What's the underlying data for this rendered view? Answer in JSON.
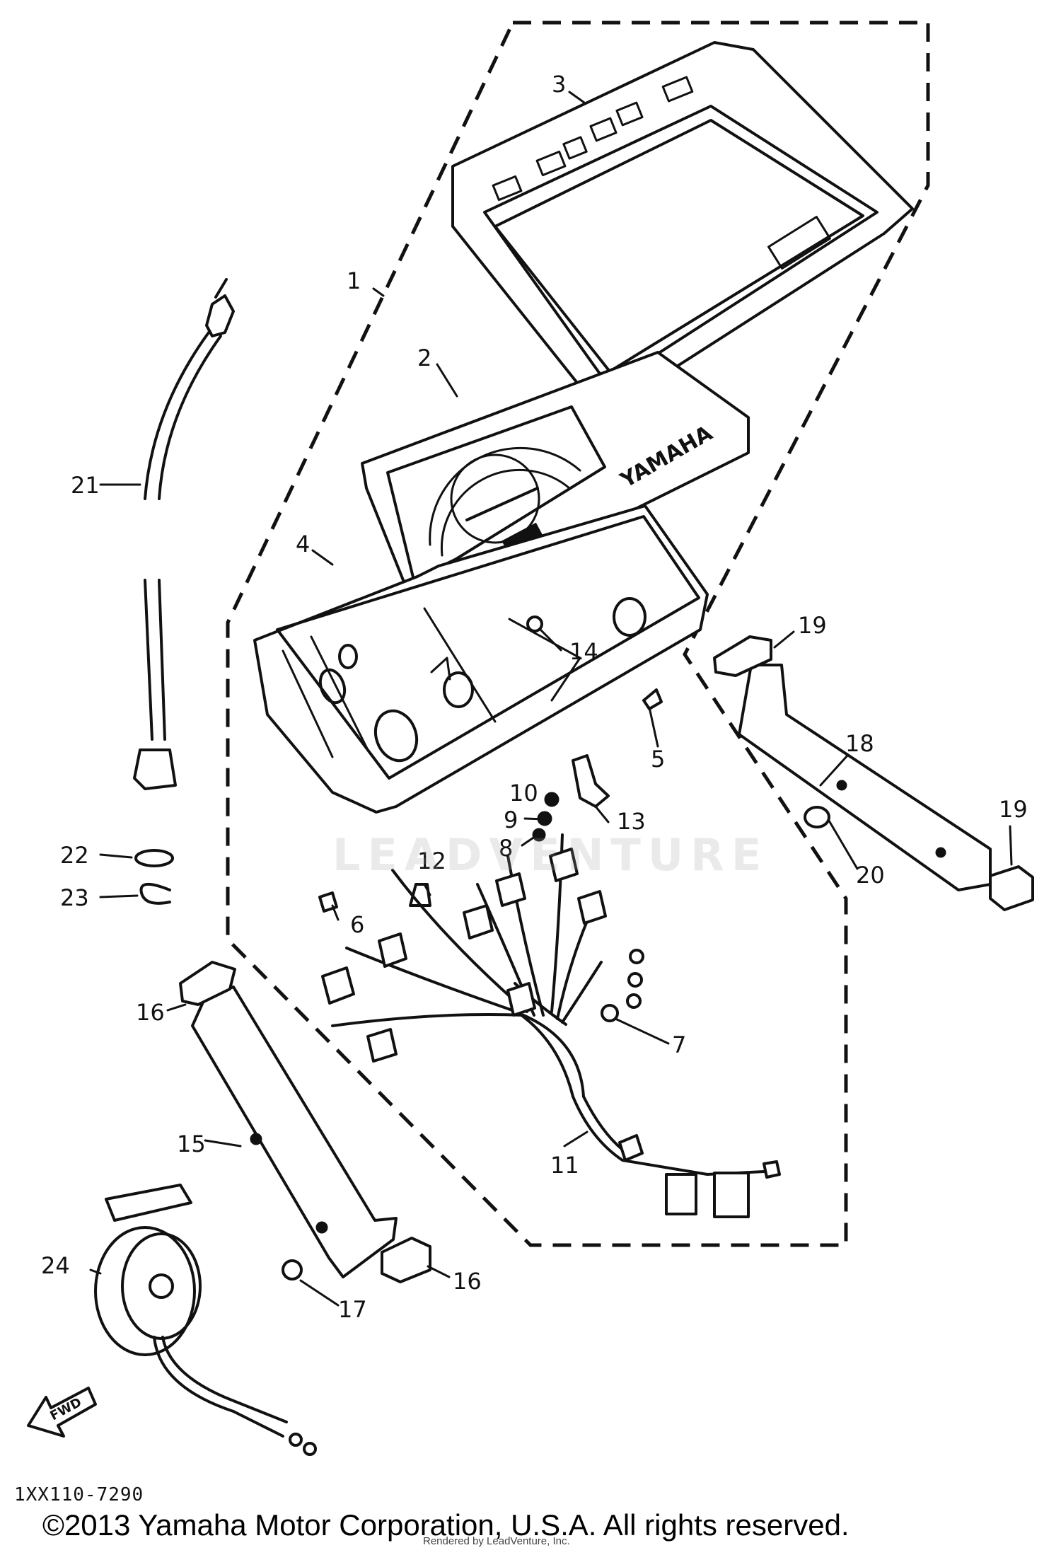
{
  "diagram": {
    "callouts": [
      "1",
      "2",
      "3",
      "4",
      "5",
      "6",
      "7",
      "8",
      "9",
      "10",
      "11",
      "12",
      "13",
      "14",
      "15",
      "16",
      "16",
      "17",
      "18",
      "19",
      "19",
      "20",
      "21",
      "22",
      "23",
      "24"
    ],
    "dial_brand": "YAMAHA",
    "arrow_label": "FWD",
    "part_number": "1XX110-7290",
    "watermark": "LEADVENTURE",
    "copyright": "©2013 Yamaha Motor Corporation, U.S.A. All rights reserved.",
    "rendered_by": "Rendered by LeadVenture, Inc."
  }
}
